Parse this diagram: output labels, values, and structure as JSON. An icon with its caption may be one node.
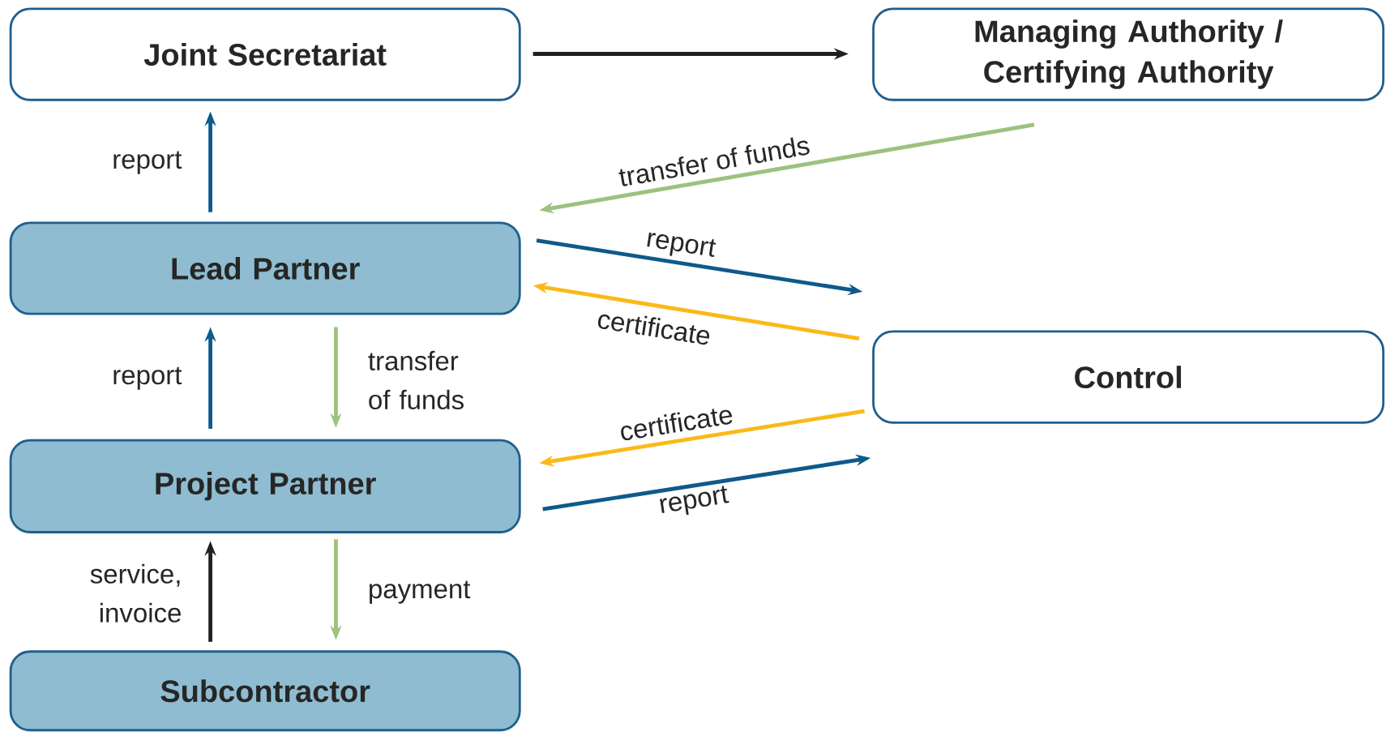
{
  "diagram": {
    "nodes": [
      {
        "text": [
          "Joint Secretariat"
        ]
      },
      {
        "text": [
          "Managing Authority / Certifying Authority"
        ]
      },
      {
        "text": [
          "Lead Partner"
        ]
      },
      {
        "text": [
          "Control"
        ]
      },
      {
        "text": [
          "Project Partner"
        ]
      },
      {
        "text": [
          "Subcontractor"
        ]
      }
    ],
    "edges": [
      {
        "from": 0,
        "to": 1,
        "arrow": "to",
        "color": "#231f20"
      },
      {
        "from": 1,
        "to": 2,
        "arrow": "to",
        "label": "transfer of funds",
        "color": "#9cc27f"
      },
      {
        "from": 2,
        "to": 0,
        "arrow": "to",
        "label": "report"
      },
      {
        "from": 2,
        "to": 3,
        "arrow": "to",
        "label": "report"
      },
      {
        "from": 3,
        "to": 2,
        "arrow": "to",
        "label": "certificate",
        "color": "#fbb917"
      },
      {
        "from": 2,
        "to": 4,
        "arrow": "to",
        "label": "transfer of funds",
        "color": "#9cc27f"
      },
      {
        "from": 4,
        "to": 2,
        "arrow": "to",
        "label": "report"
      },
      {
        "from": 3,
        "to": 4,
        "arrow": "to",
        "label": "certificate",
        "color": "#fbb917"
      },
      {
        "from": 4,
        "to": 3,
        "arrow": "to",
        "label": "report"
      },
      {
        "from": 5,
        "to": 4,
        "arrow": "to",
        "label": "service, invoice",
        "color": "#231f20"
      },
      {
        "from": 4,
        "to": 5,
        "arrow": "to",
        "label": "payment",
        "color": "#9cc27f"
      }
    ]
  }
}
